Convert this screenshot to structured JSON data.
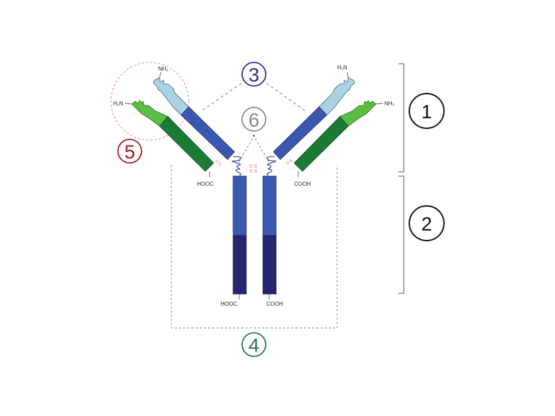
{
  "diagram": {
    "subject": "Antibody (immunoglobulin) structure",
    "colors": {
      "heavy_variable": "#a9d3e2",
      "heavy_constant": "#3b57b0",
      "heavy_constant_lower": "#24266f",
      "light_variable": "#5cbd45",
      "light_constant": "#1c7a36",
      "disulfide": "#f06c7a",
      "label_1": "#111111",
      "label_2": "#111111",
      "label_3": "#2b2d86",
      "label_4": "#1e7a3a",
      "label_5": "#9a1c22",
      "label_6": "#888888",
      "guide_dashes": "#8a8a8a",
      "bracket": "#777777"
    },
    "labels": {
      "one": "1",
      "two": "2",
      "three": "3",
      "four": "4",
      "five": "5",
      "six": "6"
    },
    "termini": {
      "left_heavy_n": "NH₂",
      "left_light_n": "H₂N",
      "left_light_c": "HOOC",
      "right_heavy_n": "H₂N",
      "right_light_n": "NH₂",
      "right_light_c": "COOH",
      "stem_left_c": "HOOC",
      "stem_right_c": "COOH"
    },
    "disulfide_labels": {
      "left": "S-S",
      "right": "S-S",
      "hinge_top": "S-S",
      "hinge_bottom": "S-S"
    }
  }
}
